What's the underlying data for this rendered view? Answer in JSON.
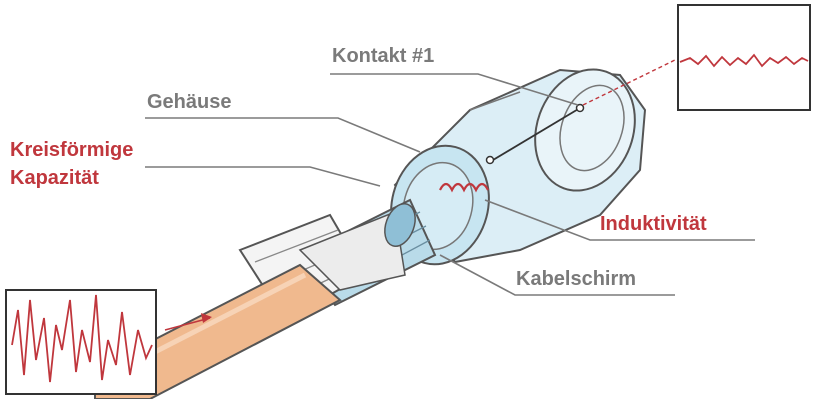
{
  "labels": {
    "kontakt": "Kontakt #1",
    "gehaeuse": "Gehäuse",
    "kreis_line1": "Kreisförmige",
    "kreis_line2": "Kapazität",
    "induktivitaet": "Induktivität",
    "kabelschirm": "Kabelschirm"
  },
  "colors": {
    "label_grey": "#7a7a7a",
    "label_red": "#c0373d",
    "cable": "#f0b98e",
    "shield": "#b9dbe9",
    "housing": "#dceef6",
    "signal": "#c0373d"
  }
}
